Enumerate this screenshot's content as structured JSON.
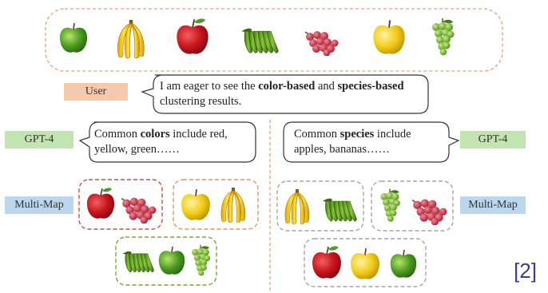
{
  "top_row": {
    "fruits": [
      "green-apple",
      "banana-bunch",
      "red-apple",
      "green-banana",
      "red-grapes",
      "yellow-apple",
      "green-grapes"
    ]
  },
  "user": {
    "tag": "User",
    "msg_part1": "I am eager to see the ",
    "msg_bold1": "color-based",
    "msg_part2": " and ",
    "msg_bold2": "species-based",
    "msg_line2": "clustering results."
  },
  "left": {
    "gpt_tag": "GPT-4",
    "gpt_part1": "Common ",
    "gpt_bold": "colors",
    "gpt_part2": " include red,",
    "gpt_line2": "yellow, green……",
    "map_tag": "Multi-Map",
    "groups": [
      {
        "color": "#c0504d",
        "fruits": [
          "red-apple",
          "red-grapes"
        ]
      },
      {
        "color": "#e8925a",
        "fruits": [
          "yellow-apple",
          "banana-bunch"
        ]
      },
      {
        "color": "#70a83a",
        "fruits": [
          "green-banana",
          "green-apple",
          "green-grapes"
        ]
      }
    ]
  },
  "right": {
    "gpt_tag": "GPT-4",
    "gpt_part1": "Common ",
    "gpt_bold": "species",
    "gpt_part2": " include",
    "gpt_line2": "apples, bananas……",
    "map_tag": "Multi-Map",
    "groups": [
      {
        "color": "#a6a6a6",
        "fruits": [
          "banana-bunch",
          "green-banana"
        ]
      },
      {
        "color": "#a6a6a6",
        "fruits": [
          "green-grapes",
          "red-grapes"
        ]
      },
      {
        "color": "#a6a6a6",
        "fruits": [
          "red-apple",
          "yellow-apple",
          "green-apple"
        ]
      }
    ]
  },
  "reference": "[2]",
  "colors": {
    "top_border": "#e8a070",
    "divider": "#e8a070",
    "user_tag": "#f6c8ac",
    "gpt_tag": "#c4e3b3",
    "map_tag": "#bcd6ee"
  }
}
